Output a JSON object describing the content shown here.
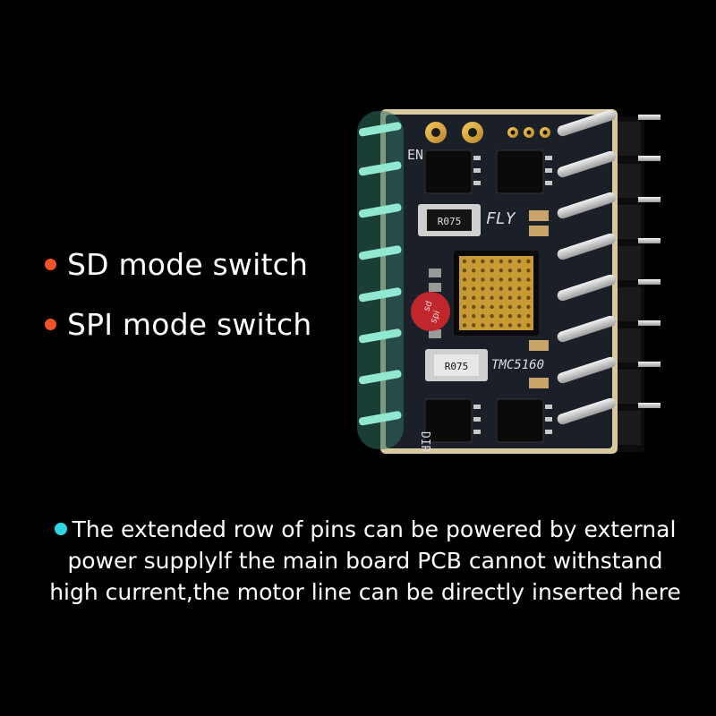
{
  "colors": {
    "background": "#000000",
    "mode_bullet": "#f0532a",
    "note_bullet": "#2fd4e0",
    "pin_highlight": "#7fe0c4",
    "pcb": "#1b1f28",
    "switch": "#c0272d"
  },
  "modes": [
    {
      "label": "SD mode switch"
    },
    {
      "label": "SPI mode switch"
    }
  ],
  "note": {
    "text": "The extended row of pins can be powered by external power supplylf the main board PCB cannot withstand high current,the motor line can be directly inserted here"
  },
  "board": {
    "label_en": "EN",
    "label_dir": "DIR",
    "brand": "FLY",
    "chip": "TMC5160",
    "resistor_top": "R075",
    "resistor_bottom": "R075",
    "switch_top": "sd",
    "switch_bottom": "spi"
  }
}
